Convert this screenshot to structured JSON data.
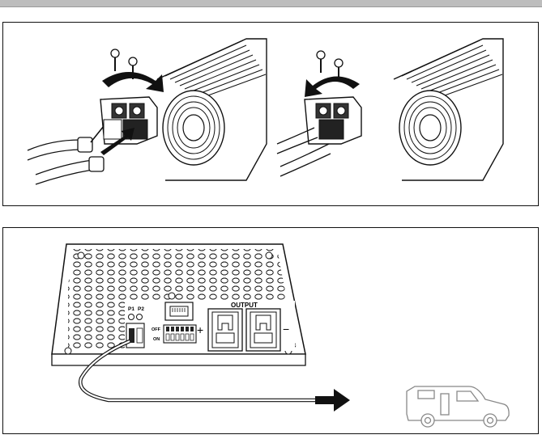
{
  "figure": {
    "step1": {
      "description_alt": ""
    },
    "step2": {
      "labels": {
        "output": "OUTPUT",
        "pin1": "P1",
        "pin2": "P2",
        "off": "OFF",
        "on": "ON",
        "plus": "+",
        "minus": "−"
      }
    }
  },
  "colors": {
    "line": "#111111",
    "panel_border": "#111111",
    "arrow": "#111111",
    "background": "#ffffff"
  }
}
